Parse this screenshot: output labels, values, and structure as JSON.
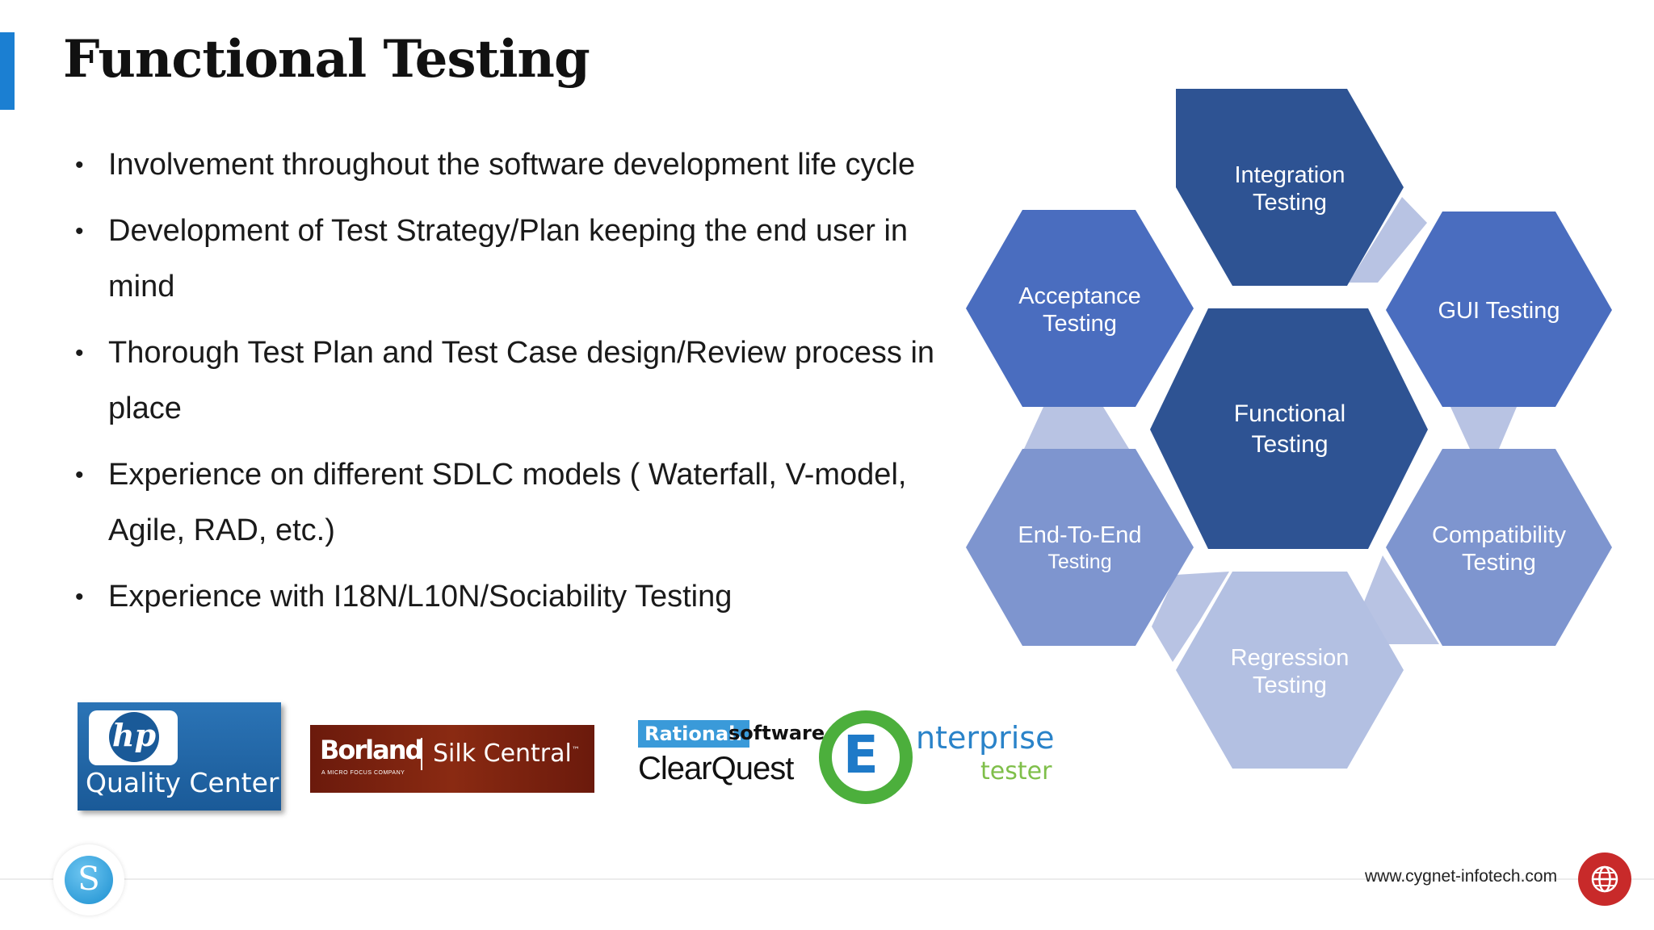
{
  "title": "Functional Testing",
  "bullets": [
    "Involvement throughout the software development life cycle",
    "Development of Test Strategy/Plan keeping the end user in mind",
    "Thorough Test Plan and Test Case design/Review process in place",
    "Experience on different SDLC models ( Waterfall, V-model, Agile, RAD, etc.)",
    "Experience with I18N/L10N/Sociability Testing"
  ],
  "bullet_symbol": "•",
  "logos": {
    "hp": {
      "mark": "hp",
      "text": "Quality Center"
    },
    "borland": {
      "name": "Borland",
      "tagline": "A MICRO FOCUS COMPANY",
      "product": "Silk Central",
      "tm": "™"
    },
    "rational": {
      "badge": "Rational.",
      "word": "software",
      "product": "ClearQuest"
    },
    "enterprise": {
      "mark": "E",
      "word": "nterprise",
      "sub": "tester"
    }
  },
  "diagram": {
    "center": [
      "Functional",
      "Testing"
    ],
    "hexes": [
      {
        "id": "integration",
        "lines": [
          "Integration",
          "Testing"
        ],
        "color": "#2e5393"
      },
      {
        "id": "acceptance",
        "lines": [
          "Acceptance",
          "Testing"
        ],
        "color": "#4a6dbf"
      },
      {
        "id": "gui",
        "lines": [
          "GUI Testing"
        ],
        "color": "#4a6dbf"
      },
      {
        "id": "end-to-end",
        "lines": [
          "End-To-End",
          "Testing"
        ],
        "color": "#7e95cf"
      },
      {
        "id": "compatibility",
        "lines": [
          "Compatibility",
          "Testing"
        ],
        "color": "#7e95cf"
      },
      {
        "id": "regression",
        "lines": [
          "Regression",
          "Testing"
        ],
        "color": "#b3c0e2"
      }
    ],
    "center_color": "#2e5393",
    "connector_color": "#b8c3e3"
  },
  "footer": {
    "url": "www.cygnet-infotech.com",
    "logo_mark": "S"
  },
  "colors": {
    "accent": "#1b7fd2",
    "globe": "#c82a2a"
  }
}
